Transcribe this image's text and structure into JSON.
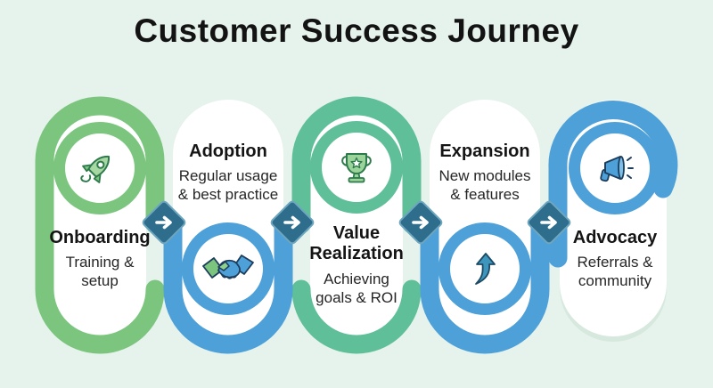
{
  "title": "Customer Success Journey",
  "colors": {
    "background": "#e6f3ed",
    "green": "#7CC57E",
    "teal_green": "#5FBF99",
    "blue": "#4DA0D8",
    "diamond": "#2E6E8C",
    "diamond_edge": "#6FA6BF",
    "icon_dark_green": "#2D7A4B",
    "icon_dark_blue": "#1D3D5C",
    "white": "#ffffff"
  },
  "stages": [
    {
      "name": "Onboarding",
      "description": "Training & setup",
      "icon": "rocket-icon",
      "color": "#7CC57E"
    },
    {
      "name": "Adoption",
      "description": "Regular usage & best practice",
      "icon": "handshake-icon",
      "color": "#4DA0D8"
    },
    {
      "name": "Value Realization",
      "description": "Achieving goals & ROI",
      "icon": "trophy-icon",
      "color": "#5FBF99"
    },
    {
      "name": "Expansion",
      "description": "New modules & features",
      "icon": "growth-arrow-icon",
      "color": "#4DA0D8"
    },
    {
      "name": "Advocacy",
      "description": "Referrals & community",
      "icon": "megaphone-icon",
      "color": "#4DA0D8"
    }
  ],
  "connectors": [
    {
      "icon": "arrow-right-icon"
    },
    {
      "icon": "arrow-right-icon"
    },
    {
      "icon": "arrow-right-icon"
    },
    {
      "icon": "arrow-right-icon"
    }
  ]
}
